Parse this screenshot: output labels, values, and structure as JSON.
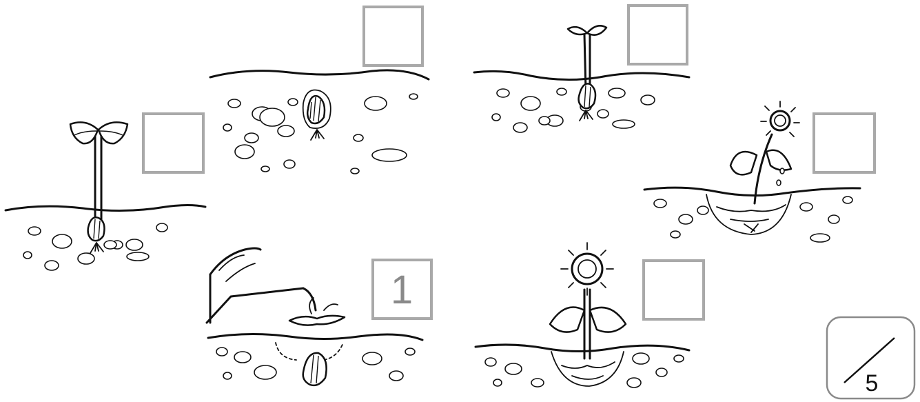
{
  "answer_boxes": [
    {
      "id": "A",
      "value": ""
    },
    {
      "id": "B",
      "value": ""
    },
    {
      "id": "C",
      "value": ""
    },
    {
      "id": "D",
      "value": ""
    },
    {
      "id": "E",
      "value": "1"
    },
    {
      "id": "F",
      "value": ""
    }
  ],
  "score": {
    "total": "5"
  },
  "icons": [
    "seed-sprouting-roots",
    "seedling-first-leaves",
    "seedling-tall",
    "sunflower-growing",
    "watering-can-seed",
    "sunflower-bloom",
    "score-slash-icon"
  ]
}
